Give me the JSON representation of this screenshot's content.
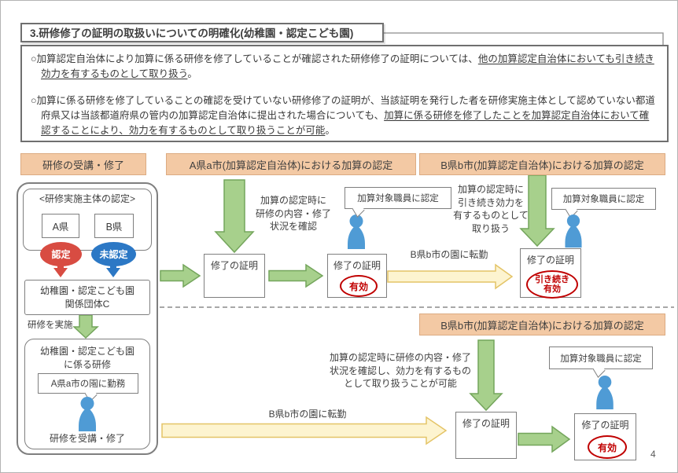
{
  "title": "3.研修修了の証明の取扱いについての明確化(幼稚園・認定こども園)",
  "summary": {
    "b1_pre": "○加算認定自治体により加算に係る研修を修了していることが確認された研修修了の証明については、",
    "b1_underline": "他の加算認定自治体においても引き続き効力を有するものとして取り扱う",
    "b1_post": "。",
    "b2_pre": "○加算に係る研修を修了していることの確認を受けていない研修修了の証明が、当該証明を発行した者を研修実施主体として認めていない都道府県又は当該都道府県の管内の加算認定自治体に提出された場合についても、",
    "b2_underline": "加算に係る研修を修了したことを加算認定自治体において確認することにより、効力を有するものとして取り扱うことが可能",
    "b2_post": "。"
  },
  "headers": {
    "training": "研修の受講・修了",
    "city_a": "A県a市(加算認定自治体)における加算の認定",
    "city_b_top": "B県b市(加算認定自治体)における加算の認定",
    "city_b_bottom": "B県b市(加算認定自治体)における加算の認定"
  },
  "left": {
    "cert_title": "<研修実施主体の認定>",
    "pref_a": "A県",
    "pref_b": "B県",
    "approved": "認定",
    "not_approved": "未認定",
    "org": "幼稚園・認定こども園\n関係団体C",
    "conduct": "研修を実施",
    "training_title": "幼稚園・認定こども園\nに係る研修",
    "bubble": "A県a市の園に勤務",
    "complete": "研修を受講・修了"
  },
  "flow_top": {
    "cert1": "修了の証明",
    "check1": "加算の認定時に\n研修の内容・修了\n状況を確認",
    "cert2": "修了の証明",
    "valid2": "有効",
    "bubble_a": "加算対象職員に認定",
    "transfer": "B県b市の園に転勤",
    "check2": "加算の認定時に\n引き続き効力を\n有するものとして\n取り扱う",
    "cert3": "修了の証明",
    "valid3": "引き続き\n有効",
    "bubble_b": "加算対象職員に認定"
  },
  "flow_bottom": {
    "check": "加算の認定時に研修の内容・修了\n状況を確認し、効力を有するもの\nとして取り扱うことが可能",
    "transfer": "B県b市の園に転勤",
    "cert4": "修了の証明",
    "cert5": "修了の証明",
    "valid5": "有効",
    "bubble": "加算対象職員に認定"
  },
  "page_number": "4",
  "colors": {
    "header_bg": "#f3c9a4",
    "green_fill": "#a7d08c",
    "green_stroke": "#74a55c",
    "yellow_fill": "#fdf4d0",
    "yellow_stroke": "#e4c467",
    "approved_red": "#d84c42",
    "not_approved_blue": "#2c78c5",
    "person_blue": "#4f9bd5",
    "valid_red": "#c00000"
  }
}
